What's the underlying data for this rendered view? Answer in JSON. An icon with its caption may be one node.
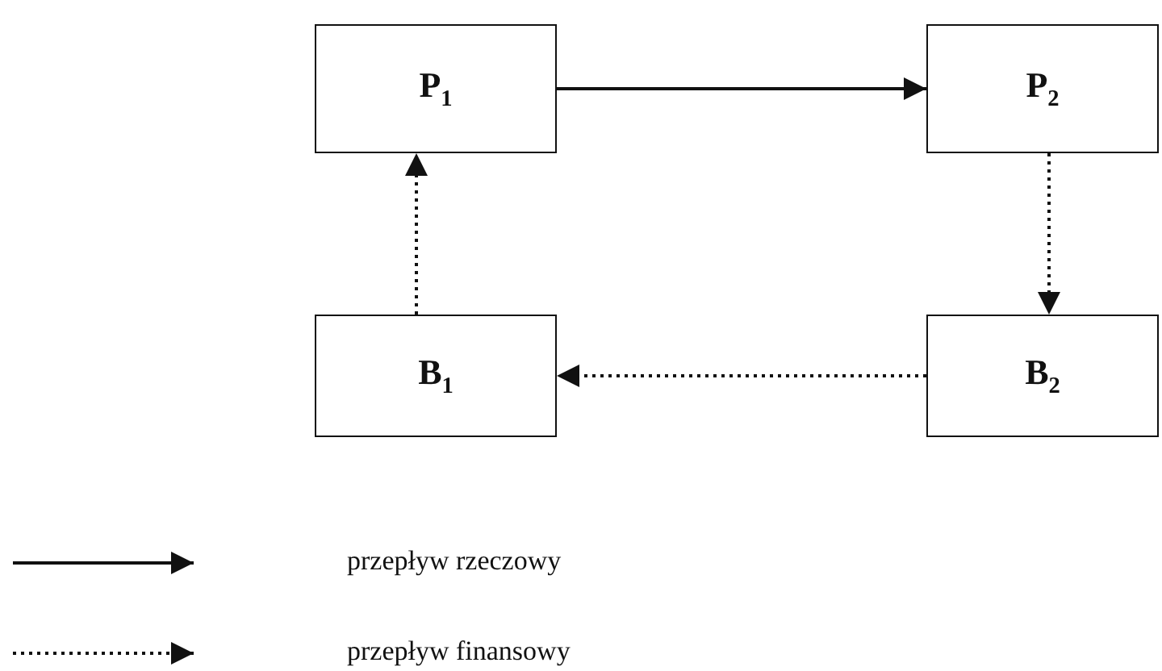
{
  "diagram": {
    "nodes": [
      {
        "text": [
          "P$_{1}$"
        ]
      },
      {
        "text": [
          "P$_{2}$"
        ]
      },
      {
        "text": [
          "B$_{1}$"
        ]
      },
      {
        "text": [
          "B$_{2}$"
        ]
      }
    ],
    "edges": [
      {
        "from": 0,
        "to": 1,
        "arrow": "to"
      },
      {
        "from": 1,
        "to": 3,
        "arrow": "to",
        "style": "dashed"
      },
      {
        "from": 3,
        "to": 2,
        "arrow": "to",
        "style": "dashed"
      },
      {
        "from": 2,
        "to": 0,
        "arrow": "to",
        "style": "dashed"
      }
    ],
    "legend": [
      {
        "text": "przepływ rzeczowy"
      },
      {
        "text": "przepływ finansowy"
      }
    ]
  }
}
